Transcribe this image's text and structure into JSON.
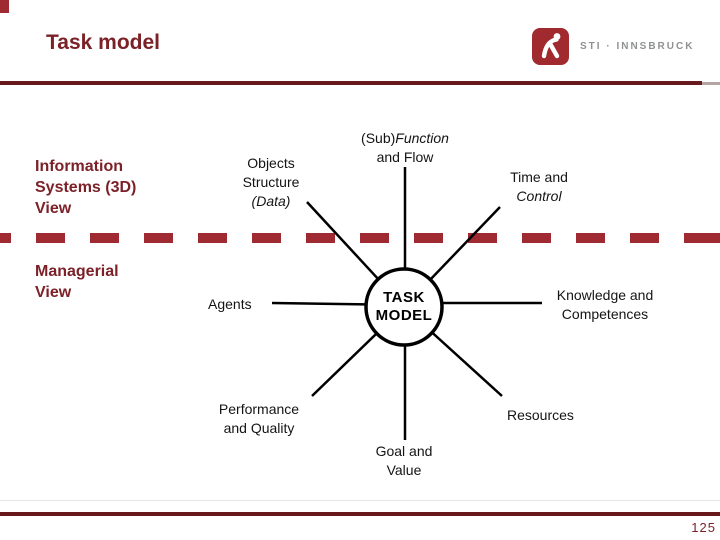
{
  "slide": {
    "title": "Task model",
    "page_number": "125"
  },
  "logo": {
    "text": "STI · INNSBRUCK"
  },
  "colors": {
    "maroon_text": "#7b2127",
    "maroon_rule": "#67191b",
    "dash_red": "#9f2a31",
    "logo_red": "#a12a2f",
    "logo_text_gray": "#8f9193",
    "connector_black": "#000000"
  },
  "views": {
    "information_systems": {
      "lines": "Information\nSystems (3D)\nView"
    },
    "managerial": {
      "lines": "Managerial\nView"
    }
  },
  "diagram": {
    "center": {
      "line1": "TASK",
      "line2": "MODEL"
    },
    "nodes": {
      "objects_structure": {
        "line1": "Objects",
        "line2": "Structure",
        "line3_italic": "(Data)"
      },
      "subfunction": {
        "line1_regular": "(Sub)",
        "line1_italic": "Function",
        "line2": "and Flow"
      },
      "time_control": {
        "line1": "Time and",
        "line2_italic": "Control"
      },
      "agents": {
        "label": "Agents"
      },
      "knowledge": {
        "line1": "Knowledge and",
        "line2": "Competences"
      },
      "performance": {
        "line1": "Performance",
        "line2": "and Quality"
      },
      "resources": {
        "label": "Resources"
      },
      "goal_value": {
        "line1": "Goal and",
        "line2": "Value"
      }
    }
  }
}
